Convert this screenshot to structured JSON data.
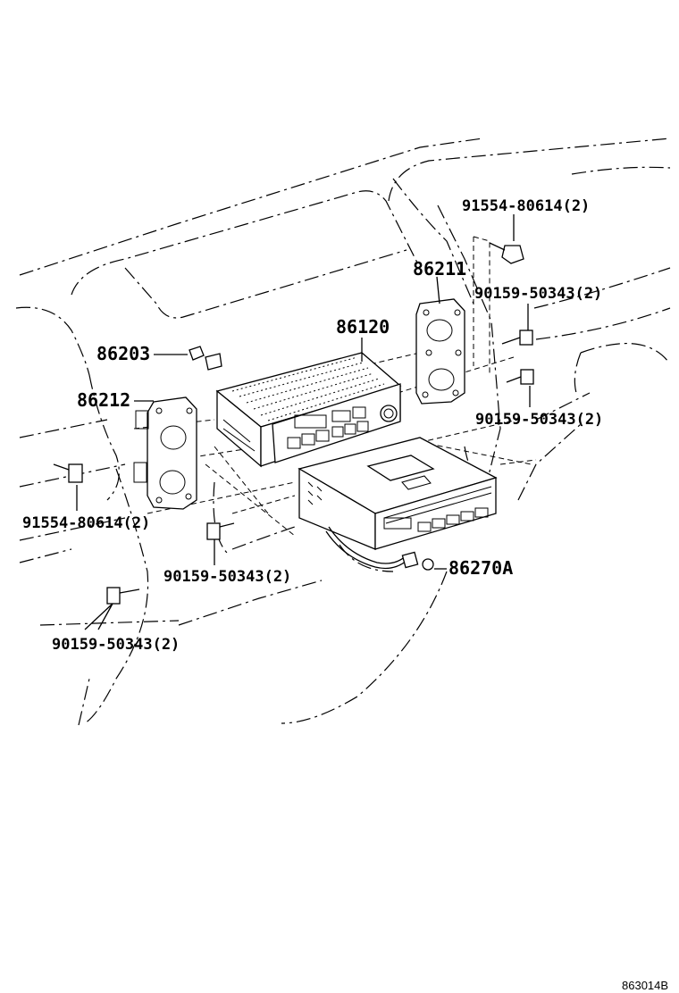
{
  "diagram": {
    "labels": {
      "p86211": "86211",
      "p86120": "86120",
      "p86203": "86203",
      "p86212": "86212",
      "p86270A": "86270A",
      "bolt_91554_right": "91554-80614(2)",
      "bolt_90159_right_upper": "90159-50343(2)",
      "bolt_90159_right_lower": "90159-50343(2)",
      "bolt_91554_left": "91554-80614(2)",
      "bolt_90159_center": "90159-50343(2)",
      "bolt_90159_left_lower": "90159-50343(2)"
    },
    "drawing_code": "863014B"
  }
}
